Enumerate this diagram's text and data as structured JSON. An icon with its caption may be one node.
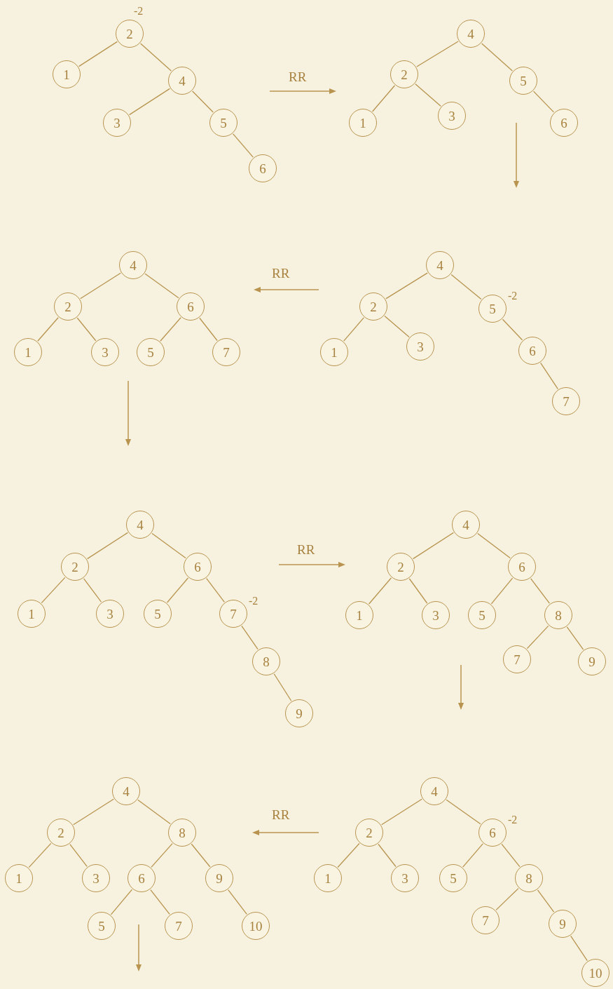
{
  "diagram": {
    "nodes": [
      {
        "text": [
          "2"
        ],
        "beside": [
          "-2"
        ]
      },
      {
        "text": [
          "1"
        ]
      },
      {
        "text": [
          "4"
        ]
      },
      {
        "text": [
          "3"
        ]
      },
      {
        "text": [
          "5"
        ]
      },
      {
        "text": [
          "6"
        ]
      },
      {
        "text": [
          "4"
        ]
      },
      {
        "text": [
          "2"
        ]
      },
      {
        "text": [
          "5"
        ]
      },
      {
        "text": [
          "1"
        ]
      },
      {
        "text": [
          "3"
        ]
      },
      {
        "text": [
          "6"
        ]
      },
      {
        "text": [
          "4"
        ]
      },
      {
        "text": [
          "2"
        ]
      },
      {
        "text": [
          "6"
        ]
      },
      {
        "text": [
          "1"
        ]
      },
      {
        "text": [
          "3"
        ]
      },
      {
        "text": [
          "5"
        ]
      },
      {
        "text": [
          "7"
        ]
      },
      {
        "text": [
          "4"
        ]
      },
      {
        "text": [
          "2"
        ]
      },
      {
        "text": [
          "5"
        ],
        "beside": [
          "-2"
        ]
      },
      {
        "text": [
          "1"
        ]
      },
      {
        "text": [
          "3"
        ]
      },
      {
        "text": [
          "6"
        ]
      },
      {
        "text": [
          "7"
        ]
      },
      {
        "text": [
          "4"
        ]
      },
      {
        "text": [
          "2"
        ]
      },
      {
        "text": [
          "6"
        ]
      },
      {
        "text": [
          "1"
        ]
      },
      {
        "text": [
          "3"
        ]
      },
      {
        "text": [
          "5"
        ]
      },
      {
        "text": [
          "7"
        ],
        "beside": [
          "-2"
        ]
      },
      {
        "text": [
          "8"
        ]
      },
      {
        "text": [
          "9"
        ]
      },
      {
        "text": [
          "4"
        ]
      },
      {
        "text": [
          "2"
        ]
      },
      {
        "text": [
          "6"
        ]
      },
      {
        "text": [
          "1"
        ]
      },
      {
        "text": [
          "3"
        ]
      },
      {
        "text": [
          "5"
        ]
      },
      {
        "text": [
          "8"
        ]
      },
      {
        "text": [
          "7"
        ]
      },
      {
        "text": [
          "9"
        ]
      },
      {
        "text": [
          "4"
        ]
      },
      {
        "text": [
          "2"
        ]
      },
      {
        "text": [
          "8"
        ]
      },
      {
        "text": [
          "1"
        ]
      },
      {
        "text": [
          "3"
        ]
      },
      {
        "text": [
          "6"
        ]
      },
      {
        "text": [
          "9"
        ]
      },
      {
        "text": [
          "5"
        ]
      },
      {
        "text": [
          "7"
        ]
      },
      {
        "text": [
          "10"
        ]
      },
      {
        "text": [
          "4"
        ]
      },
      {
        "text": [
          "2"
        ]
      },
      {
        "text": [
          "6"
        ],
        "beside": [
          "-2"
        ]
      },
      {
        "text": [
          "1"
        ]
      },
      {
        "text": [
          "3"
        ]
      },
      {
        "text": [
          "5"
        ]
      },
      {
        "text": [
          "8"
        ]
      },
      {
        "text": [
          "7"
        ]
      },
      {
        "text": [
          "9"
        ]
      },
      {
        "text": [
          "10"
        ]
      }
    ],
    "edges": [
      {
        "from": 0,
        "to": 1,
        "arrow": "none"
      },
      {
        "from": 0,
        "to": 2,
        "arrow": "none"
      },
      {
        "from": 2,
        "to": 3,
        "arrow": "none"
      },
      {
        "from": 2,
        "to": 4,
        "arrow": "none"
      },
      {
        "from": 4,
        "to": 5,
        "arrow": "none"
      },
      {
        "from": 6,
        "to": 7,
        "arrow": "none"
      },
      {
        "from": 6,
        "to": 8,
        "arrow": "none"
      },
      {
        "from": 7,
        "to": 9,
        "arrow": "none"
      },
      {
        "from": 7,
        "to": 10,
        "arrow": "none"
      },
      {
        "from": 8,
        "to": 11,
        "arrow": "none"
      },
      {
        "from": 12,
        "to": 13,
        "arrow": "none"
      },
      {
        "from": 12,
        "to": 14,
        "arrow": "none"
      },
      {
        "from": 13,
        "to": 15,
        "arrow": "none"
      },
      {
        "from": 13,
        "to": 16,
        "arrow": "none"
      },
      {
        "from": 14,
        "to": 17,
        "arrow": "none"
      },
      {
        "from": 14,
        "to": 18,
        "arrow": "none"
      },
      {
        "from": 19,
        "to": 20,
        "arrow": "none"
      },
      {
        "from": 19,
        "to": 21,
        "arrow": "none"
      },
      {
        "from": 20,
        "to": 22,
        "arrow": "none"
      },
      {
        "from": 20,
        "to": 23,
        "arrow": "none"
      },
      {
        "from": 21,
        "to": 24,
        "arrow": "none"
      },
      {
        "from": 24,
        "to": 25,
        "arrow": "none"
      },
      {
        "from": 26,
        "to": 27,
        "arrow": "none"
      },
      {
        "from": 26,
        "to": 28,
        "arrow": "none"
      },
      {
        "from": 27,
        "to": 29,
        "arrow": "none"
      },
      {
        "from": 27,
        "to": 30,
        "arrow": "none"
      },
      {
        "from": 28,
        "to": 31,
        "arrow": "none"
      },
      {
        "from": 28,
        "to": 32,
        "arrow": "none"
      },
      {
        "from": 32,
        "to": 33,
        "arrow": "none"
      },
      {
        "from": 33,
        "to": 34,
        "arrow": "none"
      },
      {
        "from": 35,
        "to": 36,
        "arrow": "none"
      },
      {
        "from": 35,
        "to": 37,
        "arrow": "none"
      },
      {
        "from": 36,
        "to": 38,
        "arrow": "none"
      },
      {
        "from": 36,
        "to": 39,
        "arrow": "none"
      },
      {
        "from": 37,
        "to": 40,
        "arrow": "none"
      },
      {
        "from": 37,
        "to": 41,
        "arrow": "none"
      },
      {
        "from": 41,
        "to": 42,
        "arrow": "none"
      },
      {
        "from": 41,
        "to": 43,
        "arrow": "none"
      },
      {
        "from": 44,
        "to": 45,
        "arrow": "none"
      },
      {
        "from": 44,
        "to": 46,
        "arrow": "none"
      },
      {
        "from": 45,
        "to": 47,
        "arrow": "none"
      },
      {
        "from": 45,
        "to": 48,
        "arrow": "none"
      },
      {
        "from": 46,
        "to": 49,
        "arrow": "none"
      },
      {
        "from": 46,
        "to": 50,
        "arrow": "none"
      },
      {
        "from": 49,
        "to": 51,
        "arrow": "none"
      },
      {
        "from": 49,
        "to": 52,
        "arrow": "none"
      },
      {
        "from": 50,
        "to": 53,
        "arrow": "none"
      },
      {
        "from": 54,
        "to": 55,
        "arrow": "none"
      },
      {
        "from": 54,
        "to": 56,
        "arrow": "none"
      },
      {
        "from": 55,
        "to": 57,
        "arrow": "none"
      },
      {
        "from": 55,
        "to": 58,
        "arrow": "none"
      },
      {
        "from": 56,
        "to": 59,
        "arrow": "none"
      },
      {
        "from": 56,
        "to": 60,
        "arrow": "none"
      },
      {
        "from": 60,
        "to": 61,
        "arrow": "none"
      },
      {
        "from": 60,
        "to": 62,
        "arrow": "none"
      },
      {
        "from": 62,
        "to": 63,
        "arrow": "none"
      }
    ],
    "labels": [
      "RR",
      "RR",
      "RR",
      "RR"
    ]
  }
}
